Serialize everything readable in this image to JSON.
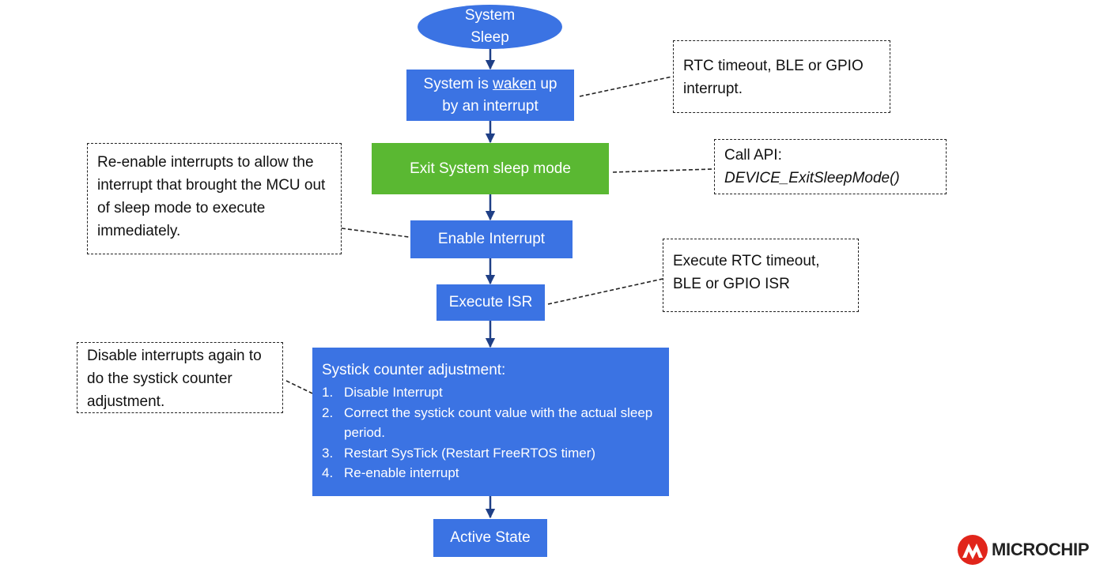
{
  "nodes": {
    "system_sleep": {
      "line1": "System",
      "line2": "Sleep"
    },
    "woken": {
      "pre": "System is ",
      "underlined": "waken",
      "post": " up",
      "line2": "by an interrupt"
    },
    "exit_sleep": {
      "label": "Exit System sleep mode"
    },
    "enable_interrupt": {
      "label": "Enable Interrupt"
    },
    "execute_isr": {
      "label": "Execute ISR"
    },
    "systick": {
      "title": "Systick counter adjustment:",
      "steps": [
        {
          "num": "1.",
          "text": "Disable Interrupt"
        },
        {
          "num": "2.",
          "text": "Correct the systick count value with the actual sleep period."
        },
        {
          "num": "3.",
          "text": "Restart SysTick (Restart FreeRTOS timer)"
        },
        {
          "num": "4.",
          "text": "Re-enable interrupt"
        }
      ]
    },
    "active_state": {
      "label": "Active State"
    }
  },
  "notes": {
    "wake_sources": "RTC timeout, BLE or GPIO interrupt.",
    "call_api": {
      "line1": "Call API:",
      "line2": "DEVICE_ExitSleepMode()"
    },
    "reenable": "Re-enable interrupts to allow the interrupt that brought the MCU out of sleep mode to execute immediately.",
    "execute_isr": "Execute RTC timeout, BLE or GPIO ISR",
    "disable_again": "Disable interrupts again to do the systick counter adjustment."
  },
  "logo": {
    "text": "MICROCHIP"
  },
  "colors": {
    "box_blue": "#3b73e3",
    "box_green": "#5ab832",
    "arrow": "#1f3f86"
  }
}
